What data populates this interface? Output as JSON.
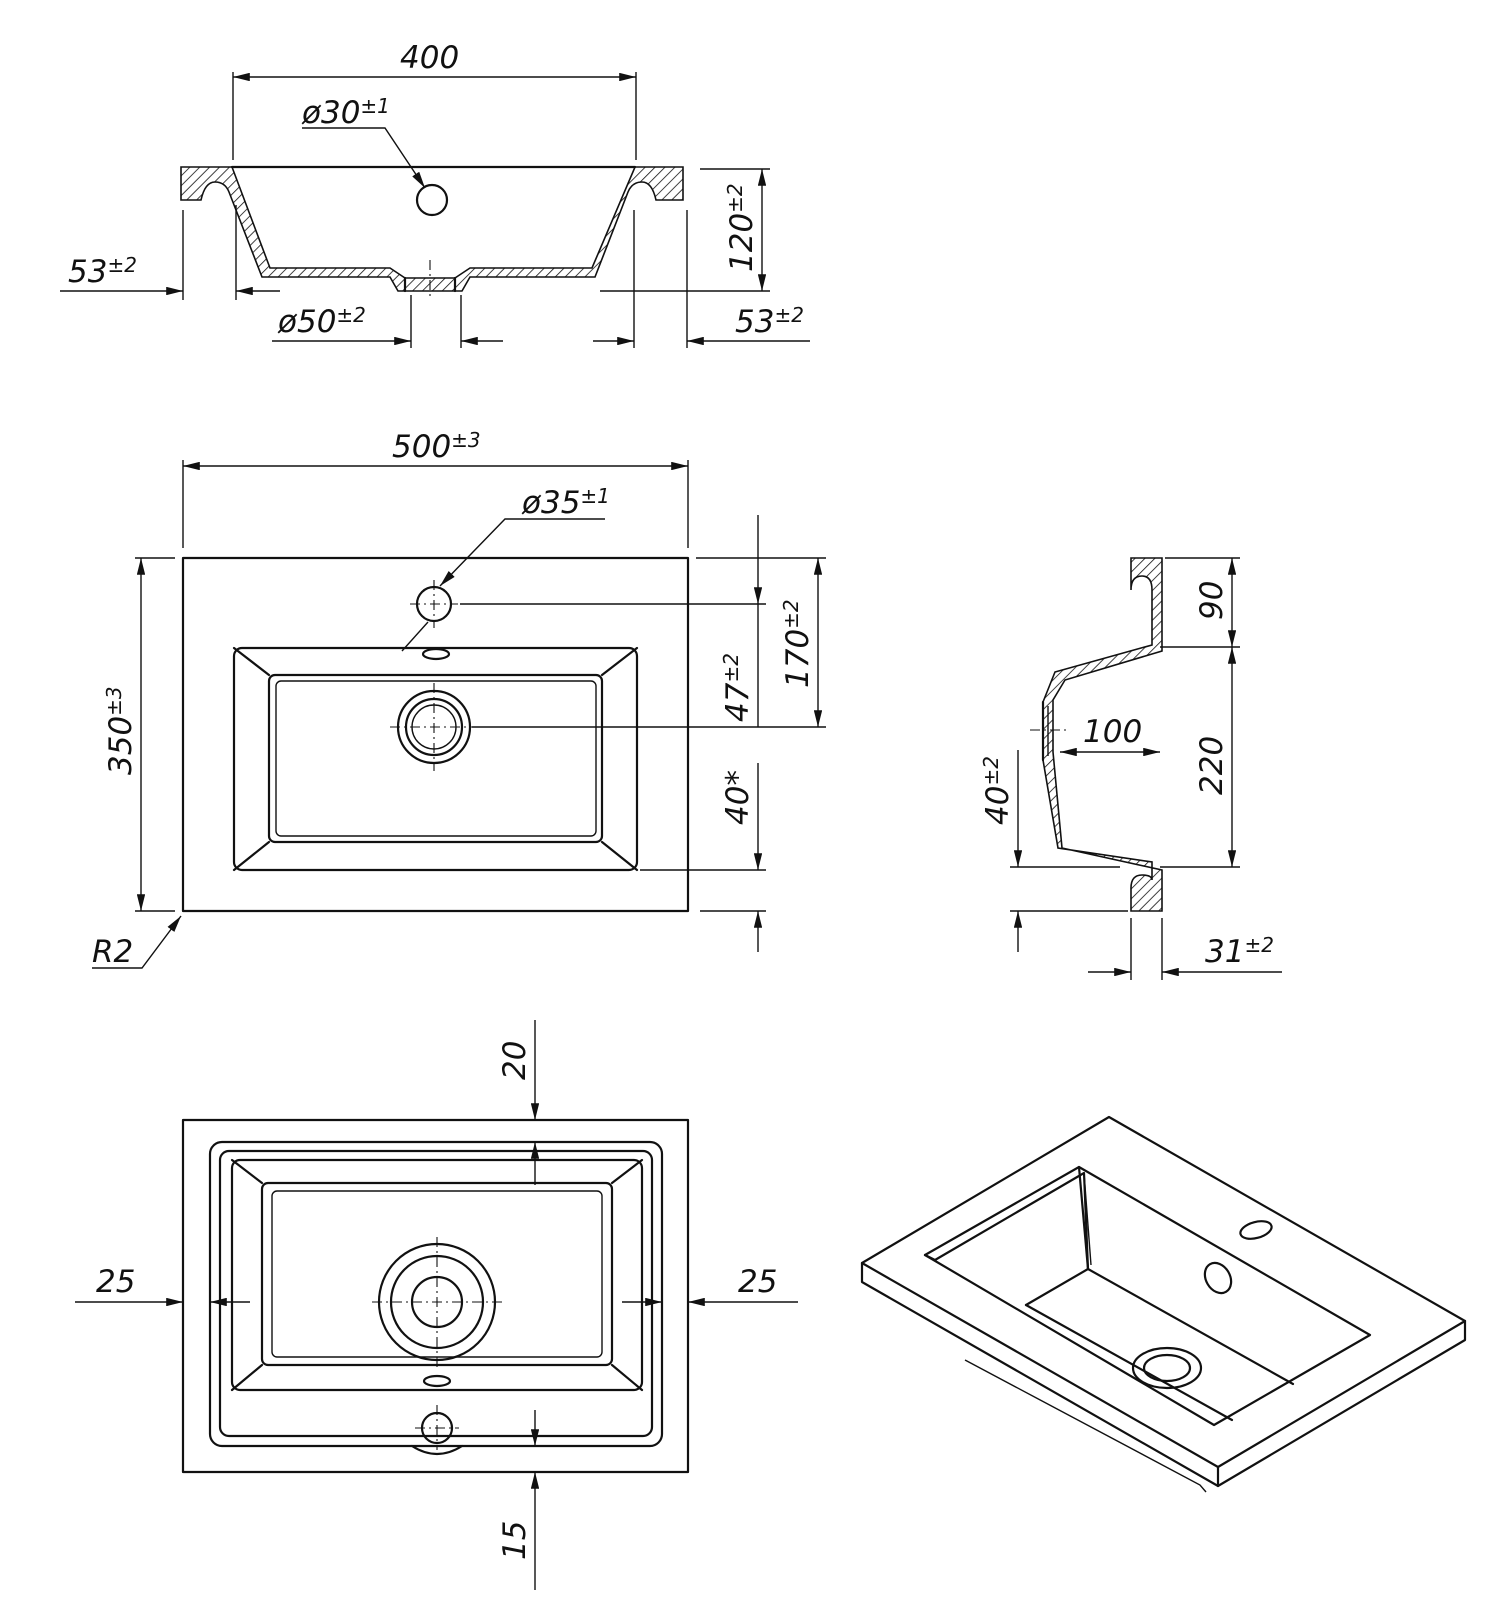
{
  "dimensions": {
    "top_width": "400",
    "faucet_hole_top": "ø30",
    "faucet_hole_top_tol": "±1",
    "rim_left": "53",
    "rim_left_tol": "±2",
    "rim_right": "53",
    "rim_right_tol": "±2",
    "height": "120",
    "height_tol": "±2",
    "drain_dia": "ø50",
    "drain_dia_tol": "±2",
    "overall_width": "500",
    "overall_width_tol": "±3",
    "faucet_hole": "ø35",
    "faucet_hole_tol": "±1",
    "overall_depth": "350",
    "overall_depth_tol": "±3",
    "drain_offset": "170",
    "drain_offset_tol": "±2",
    "hole_to_drain": "47",
    "hole_to_drain_tol": "±2",
    "front_rim": "40*",
    "corner_radius": "R2",
    "side_top": "90",
    "side_bowl": "220",
    "side_depth": "100",
    "side_front": "40",
    "side_front_tol": "±2",
    "side_thickness": "31",
    "side_thickness_tol": "±2",
    "bottom_top": "20",
    "bottom_left": "25",
    "bottom_right": "25",
    "bottom_front": "15"
  }
}
